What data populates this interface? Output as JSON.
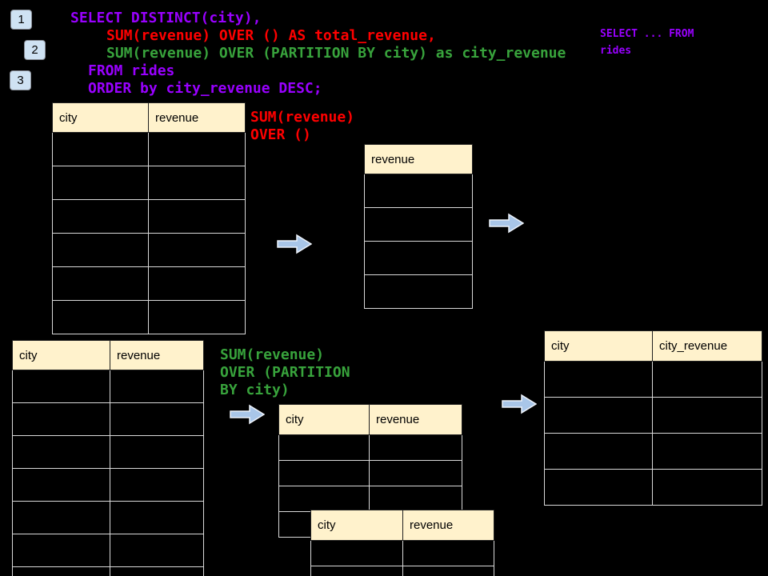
{
  "colors": {
    "purple": "#9900ff",
    "red": "#ff0000",
    "green": "#38a33c",
    "arrow_fill": "#a9c6e8",
    "arrow_stroke": "#eef3fb",
    "header_bg": "#fff2cc",
    "badge_bg": "#cfe2f3"
  },
  "badges": [
    "1",
    "2",
    "3"
  ],
  "sql": {
    "line1": "SELECT DISTINCT(city),",
    "line2": "SUM(revenue) OVER () AS total_revenue,",
    "line3": "SUM(revenue) OVER (PARTITION BY city) as city_revenue",
    "line4": "FROM rides",
    "line5": "ORDER by city_revenue DESC;"
  },
  "side_note": {
    "line1": "SELECT ... FROM",
    "line2": "rides"
  },
  "annotations": {
    "total_revenue": {
      "line1": "SUM(revenue)",
      "line2": "OVER ()"
    },
    "partition": {
      "line1": "SUM(revenue)",
      "line2": "OVER (PARTITION",
      "line3": "BY city)"
    }
  },
  "tables": {
    "source_top": {
      "headers": [
        "city",
        "revenue"
      ],
      "row_count": 6
    },
    "total_result": {
      "headers": [
        "revenue"
      ],
      "row_count": 4
    },
    "source_bottom": {
      "headers": [
        "city",
        "revenue"
      ],
      "row_count": 7
    },
    "partition_table_1": {
      "headers": [
        "city",
        "revenue"
      ],
      "row_count": 4
    },
    "partition_table_2": {
      "headers": [
        "city",
        "revenue"
      ],
      "row_count": 2
    },
    "city_revenue_result": {
      "headers": [
        "city",
        "city_revenue"
      ],
      "row_count": 4
    }
  }
}
